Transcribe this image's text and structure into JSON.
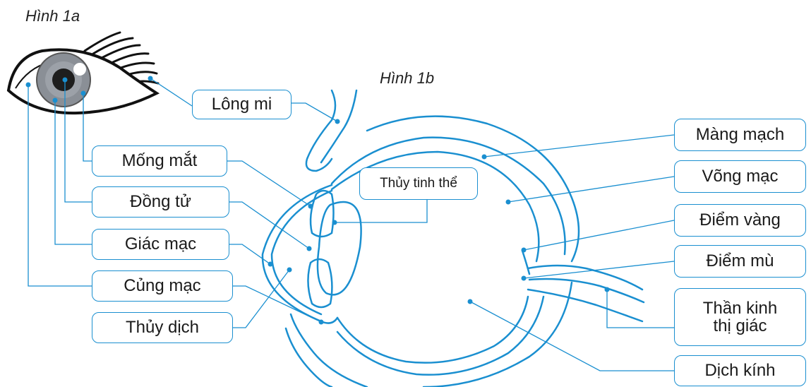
{
  "figure_a": {
    "title": "Hình 1a"
  },
  "figure_b": {
    "title": "Hình 1b"
  },
  "labels": {
    "long_mi": "Lông mi",
    "mong_mat": "Mống mắt",
    "dong_tu": "Đồng tử",
    "giac_mac": "Giác mạc",
    "cung_mac": "Củng mạc",
    "thuy_dich": "Thủy dịch",
    "thuy_tinh_the": "Thủy tinh thể",
    "mang_mach": "Màng mạch",
    "vong_mac": "Võng mạc",
    "diem_vang": "Điểm vàng",
    "diem_mu": "Điểm mù",
    "than_kinh_1": "Thần kinh",
    "than_kinh_2": "thị giác",
    "dich_kinh": "Dịch kính"
  },
  "colors": {
    "line": "#1a8fd0",
    "iris": "#8a8f96",
    "pupil": "#1e1e1e"
  }
}
